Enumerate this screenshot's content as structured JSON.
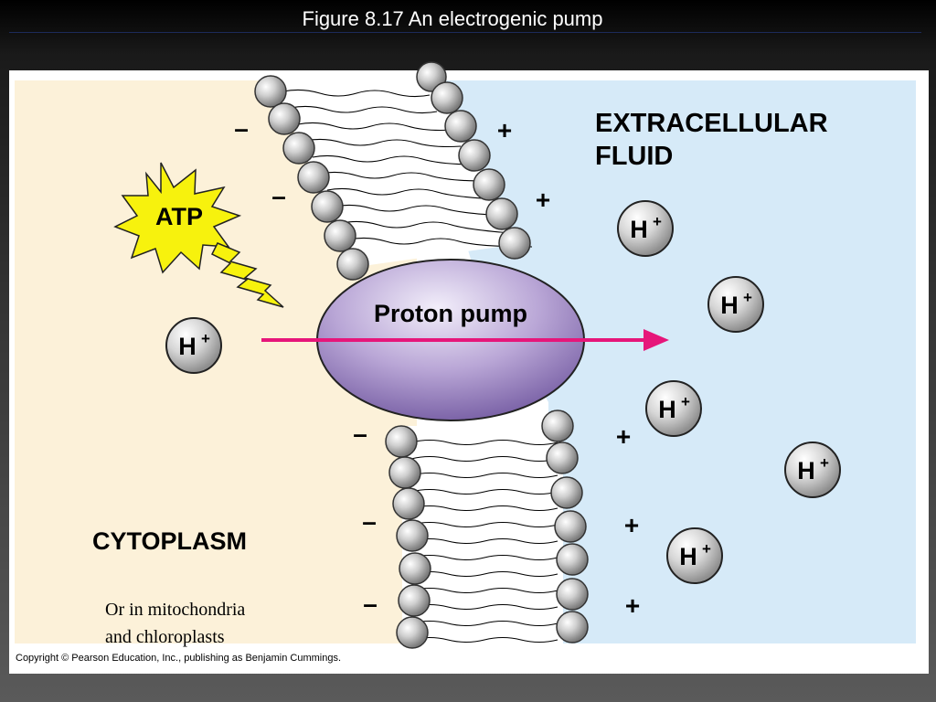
{
  "slide": {
    "title": "Figure 8.17  An electrogenic pump"
  },
  "figure": {
    "extracellular_label_line1": "EXTRACELLULAR",
    "extracellular_label_line2": "FLUID",
    "cytoplasm_label": "CYTOPLASM",
    "atp_label": "ATP",
    "pump_label": "Proton pump",
    "ion_label": "H",
    "ion_charge": "+",
    "minus_sign": "–",
    "plus_sign": "+",
    "note_line1": "Or in mitochondria",
    "note_line2": "and chloroplasts",
    "copyright": "Copyright © Pearson Education, Inc., publishing as Benjamin Cummings."
  },
  "colors": {
    "cytoplasm": "#fcf1d9",
    "extracellular": "#d6eaf8",
    "pump": "#b9a6d6",
    "arrow": "#e6167a",
    "atp_burst": "#f7f20d"
  }
}
